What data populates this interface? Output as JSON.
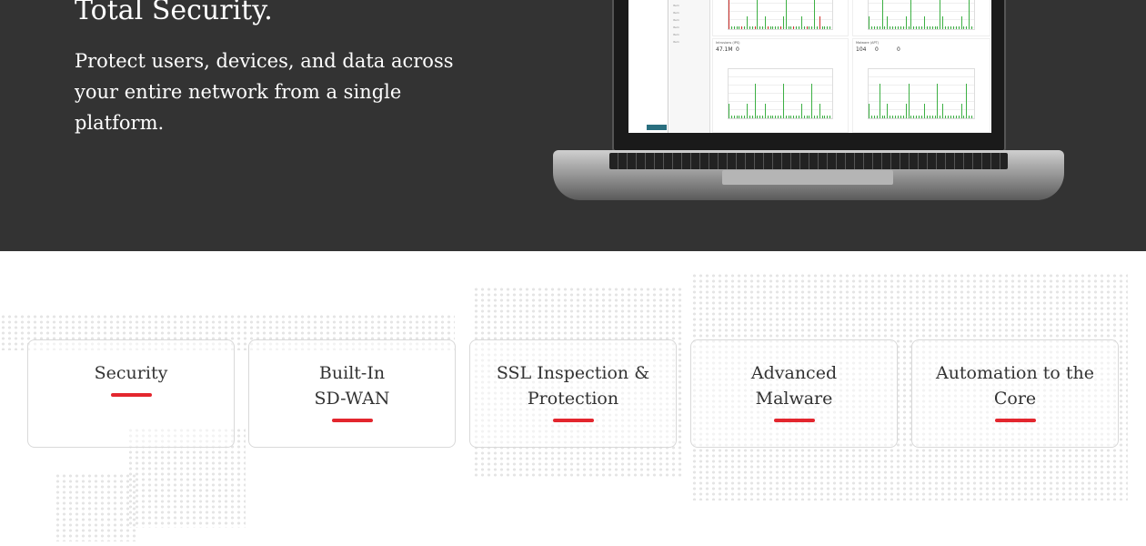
{
  "hero": {
    "title": "Total Security.",
    "subtitle": "Protect users, devices, and data across your entire network from a single platform."
  },
  "laptop_screen": {
    "panels": [
      {
        "title": "Intrusions (IPS)",
        "values": [
          "47.1M",
          "0"
        ]
      },
      {
        "title": "Malware (APT)",
        "values": [
          "104",
          "0",
          "0"
        ]
      }
    ]
  },
  "colors": {
    "hero_bg": "#333333",
    "accent_red": "#e3262e",
    "chart_green": "#3cb043",
    "chart_red": "#d0312d"
  },
  "cards": [
    {
      "lines": [
        "Security"
      ]
    },
    {
      "lines": [
        "Built-In",
        "SD-WAN"
      ]
    },
    {
      "lines": [
        "SSL Inspection &",
        "Protection"
      ]
    },
    {
      "lines": [
        "Advanced",
        "Malware"
      ]
    },
    {
      "lines": [
        "Automation to the",
        "Core"
      ]
    }
  ]
}
